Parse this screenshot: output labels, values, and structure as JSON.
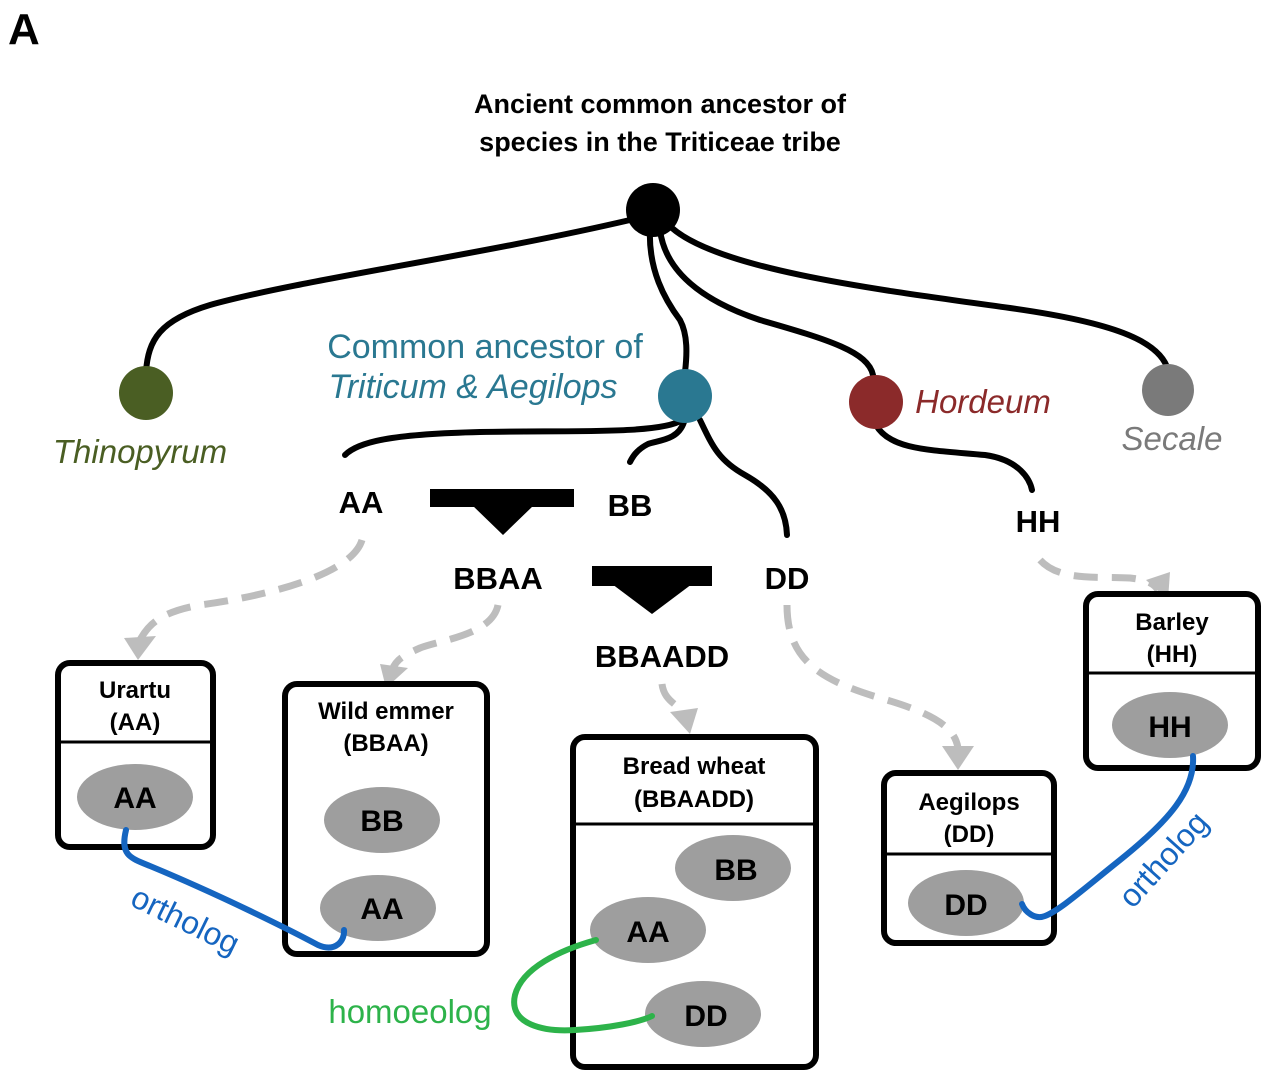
{
  "panel_label": "A",
  "root": {
    "title_line1": "Ancient common ancestor of",
    "title_line2": "species in the Triticeae tribe"
  },
  "nodes": {
    "thinopyrum": {
      "label": "Thinopyrum",
      "color": "#4a5e23"
    },
    "triticum_aegilops": {
      "label_line1": "Common ancestor of",
      "label_line2": "Triticum & Aegilops",
      "color": "#2a7891"
    },
    "hordeum": {
      "label": "Hordeum",
      "color": "#8b2a2a"
    },
    "secale": {
      "label": "Secale",
      "color": "#7a7a7a"
    }
  },
  "genomes": {
    "aa": "AA",
    "bb": "BB",
    "bbaa": "BBAA",
    "dd": "DD",
    "bbaadd": "BBAADD",
    "hh": "HH"
  },
  "species_boxes": {
    "urartu": {
      "name": "Urartu",
      "genome": "(AA)",
      "subgenomes": [
        "AA"
      ]
    },
    "wild_emmer": {
      "name": "Wild emmer",
      "genome": "(BBAA)",
      "subgenomes": [
        "BB",
        "AA"
      ]
    },
    "bread_wheat": {
      "name": "Bread wheat",
      "genome": "(BBAADD)",
      "subgenomes": [
        "BB",
        "AA",
        "DD"
      ]
    },
    "aegilops": {
      "name": "Aegilops",
      "genome": "(DD)",
      "subgenomes": [
        "DD"
      ]
    },
    "barley": {
      "name": "Barley",
      "genome": "(HH)",
      "subgenomes": [
        "HH"
      ]
    }
  },
  "relations": {
    "ortholog_left": "ortholog",
    "ortholog_right": "ortholog",
    "homoeolog": "homoeolog",
    "ortholog_color": "#1565c0",
    "homoeolog_color": "#2db34a"
  }
}
